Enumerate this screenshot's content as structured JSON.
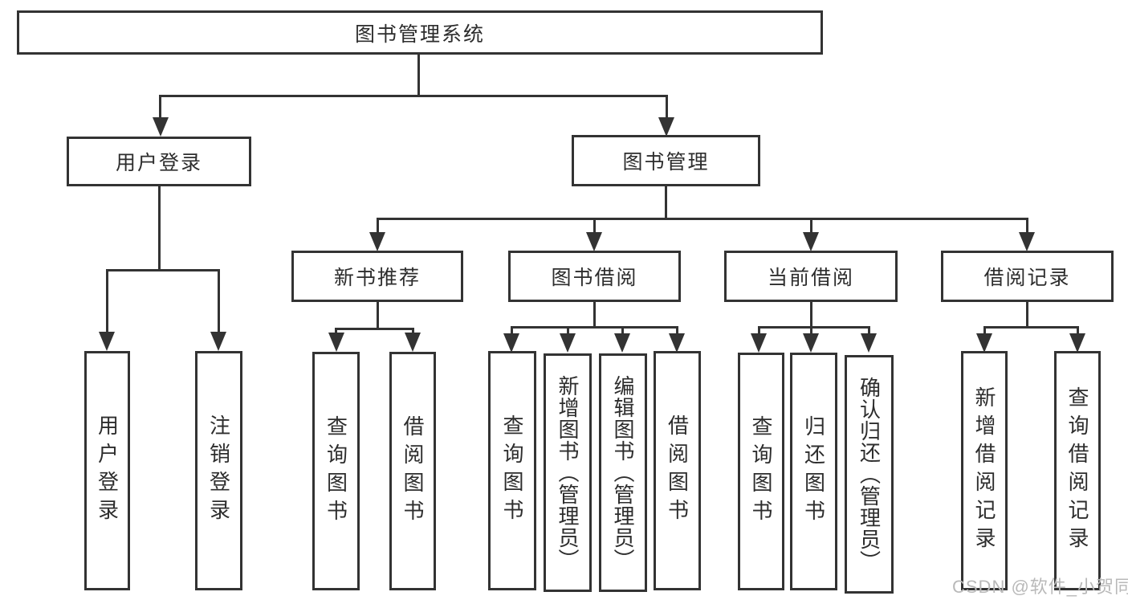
{
  "diagram": {
    "root": {
      "label": "图书管理系统"
    },
    "branches": [
      {
        "label": "用户登录",
        "children": [
          {
            "label": "用户登录"
          },
          {
            "label": "注销登录"
          }
        ]
      },
      {
        "label": "图书管理",
        "children": [
          {
            "label": "新书推荐",
            "children": [
              {
                "label": "查询图书"
              },
              {
                "label": "借阅图书"
              }
            ]
          },
          {
            "label": "图书借阅",
            "children": [
              {
                "label": "查询图书"
              },
              {
                "label": "新增图书（管理员）"
              },
              {
                "label": "编辑图书（管理员）"
              },
              {
                "label": "借阅图书"
              }
            ]
          },
          {
            "label": "当前借阅",
            "children": [
              {
                "label": "查询图书"
              },
              {
                "label": "归还图书"
              },
              {
                "label": "确认归还（管理员）"
              }
            ]
          },
          {
            "label": "借阅记录",
            "children": [
              {
                "label": "新增借阅记录"
              },
              {
                "label": "查询借阅记录"
              }
            ]
          }
        ]
      }
    ]
  },
  "watermark": {
    "text": "CSDN @软件_小贺同学"
  },
  "colors": {
    "line": "#333333",
    "box_fill": "#ffffff",
    "text": "#2d2d2d",
    "watermark": "#b9b9b9",
    "background": "#ffffff"
  }
}
